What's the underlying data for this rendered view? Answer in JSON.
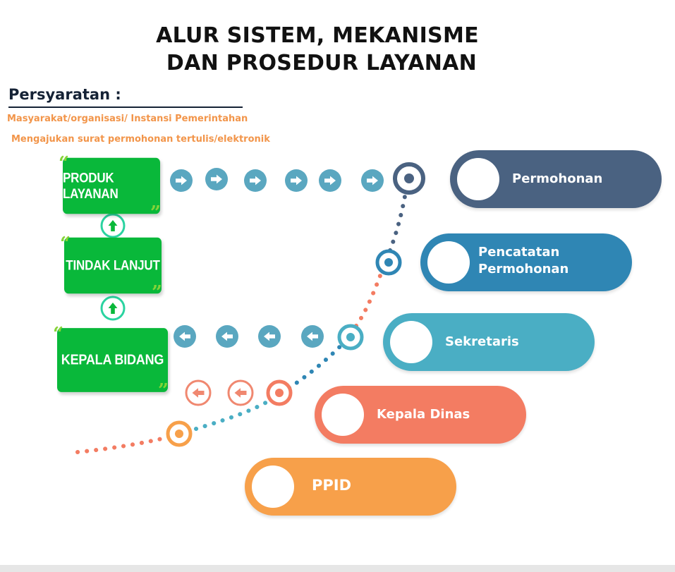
{
  "title": {
    "line1": "ALUR SISTEM, MEKANISME",
    "line2": "DAN PROSEDUR LAYANAN"
  },
  "requirements": {
    "heading": "Persyaratan :",
    "lines": [
      "Masyarakat/organisasi/ Instansi Pemerintahan",
      "Mengajukan surat permohonan tertulis/elektronik"
    ]
  },
  "steps": [
    {
      "label": "Permohonan",
      "color": "#4a6281"
    },
    {
      "label": "Pencatatan\nPermohonan",
      "color": "#2f86b4"
    },
    {
      "label": "Sekretaris",
      "color": "#4aaec4"
    },
    {
      "label": "Kepala Dinas",
      "color": "#f37c62"
    },
    {
      "label": "PPID",
      "color": "#f7a04a"
    }
  ],
  "outcomes": [
    {
      "label": "PRODUK LAYANAN"
    },
    {
      "label": "TINDAK LANJUT"
    },
    {
      "label": "KEPALA BIDANG"
    }
  ],
  "icons": {
    "arrow_right": "arrow-right-icon",
    "arrow_left": "arrow-left-icon",
    "arrow_up": "arrow-up-icon",
    "node": "node-ring-icon"
  },
  "colors": {
    "green_box": "#09b83a",
    "quote_mark": "#86d338",
    "arrow_up_ring": "#2ad3a0",
    "arrow_blue": "#5aa7c0",
    "arrow_red": "#f08870",
    "title": "#111111",
    "requirement_text": "#f2954a"
  }
}
